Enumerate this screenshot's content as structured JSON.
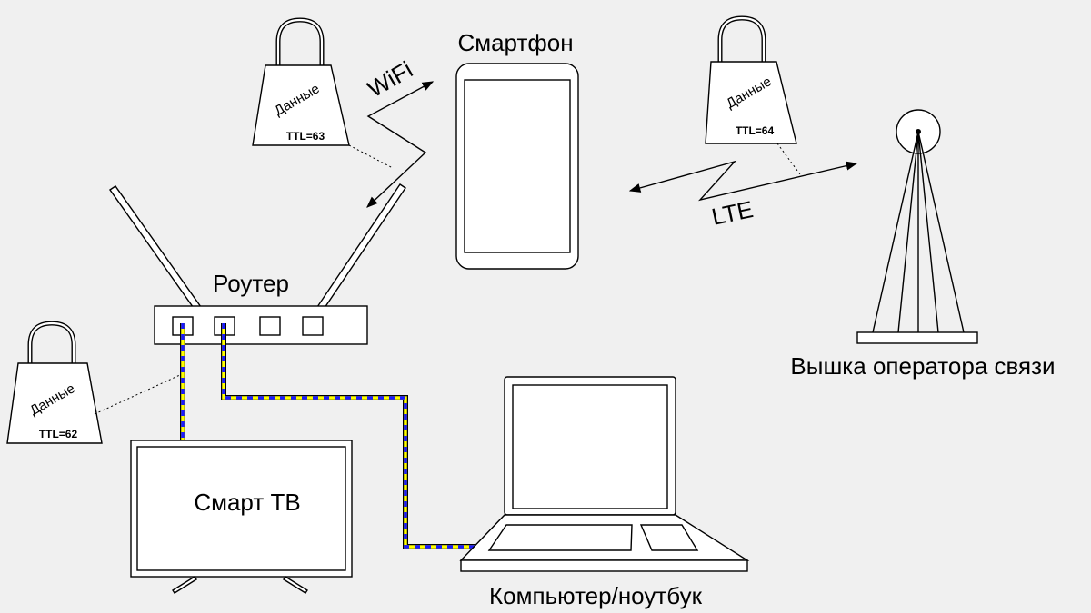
{
  "labels": {
    "smartphone": "Смартфон",
    "router": "Роутер",
    "tower": "Вышка оператора связи",
    "tv": "Смарт ТВ",
    "laptop": "Компьютер/ноутбук",
    "wifi": "WiFi",
    "lte": "LTE"
  },
  "packets": {
    "top_left": {
      "label": "Данные",
      "ttl": "TTL=63"
    },
    "top_right": {
      "label": "Данные",
      "ttl": "TTL=64"
    },
    "bottom_left": {
      "label": "Данные",
      "ttl": "TTL=62"
    }
  },
  "colors": {
    "background": "#f0f0f0",
    "cable_blue": "#1a1aff",
    "cable_yellow": "#ffff00",
    "line": "#000000"
  }
}
